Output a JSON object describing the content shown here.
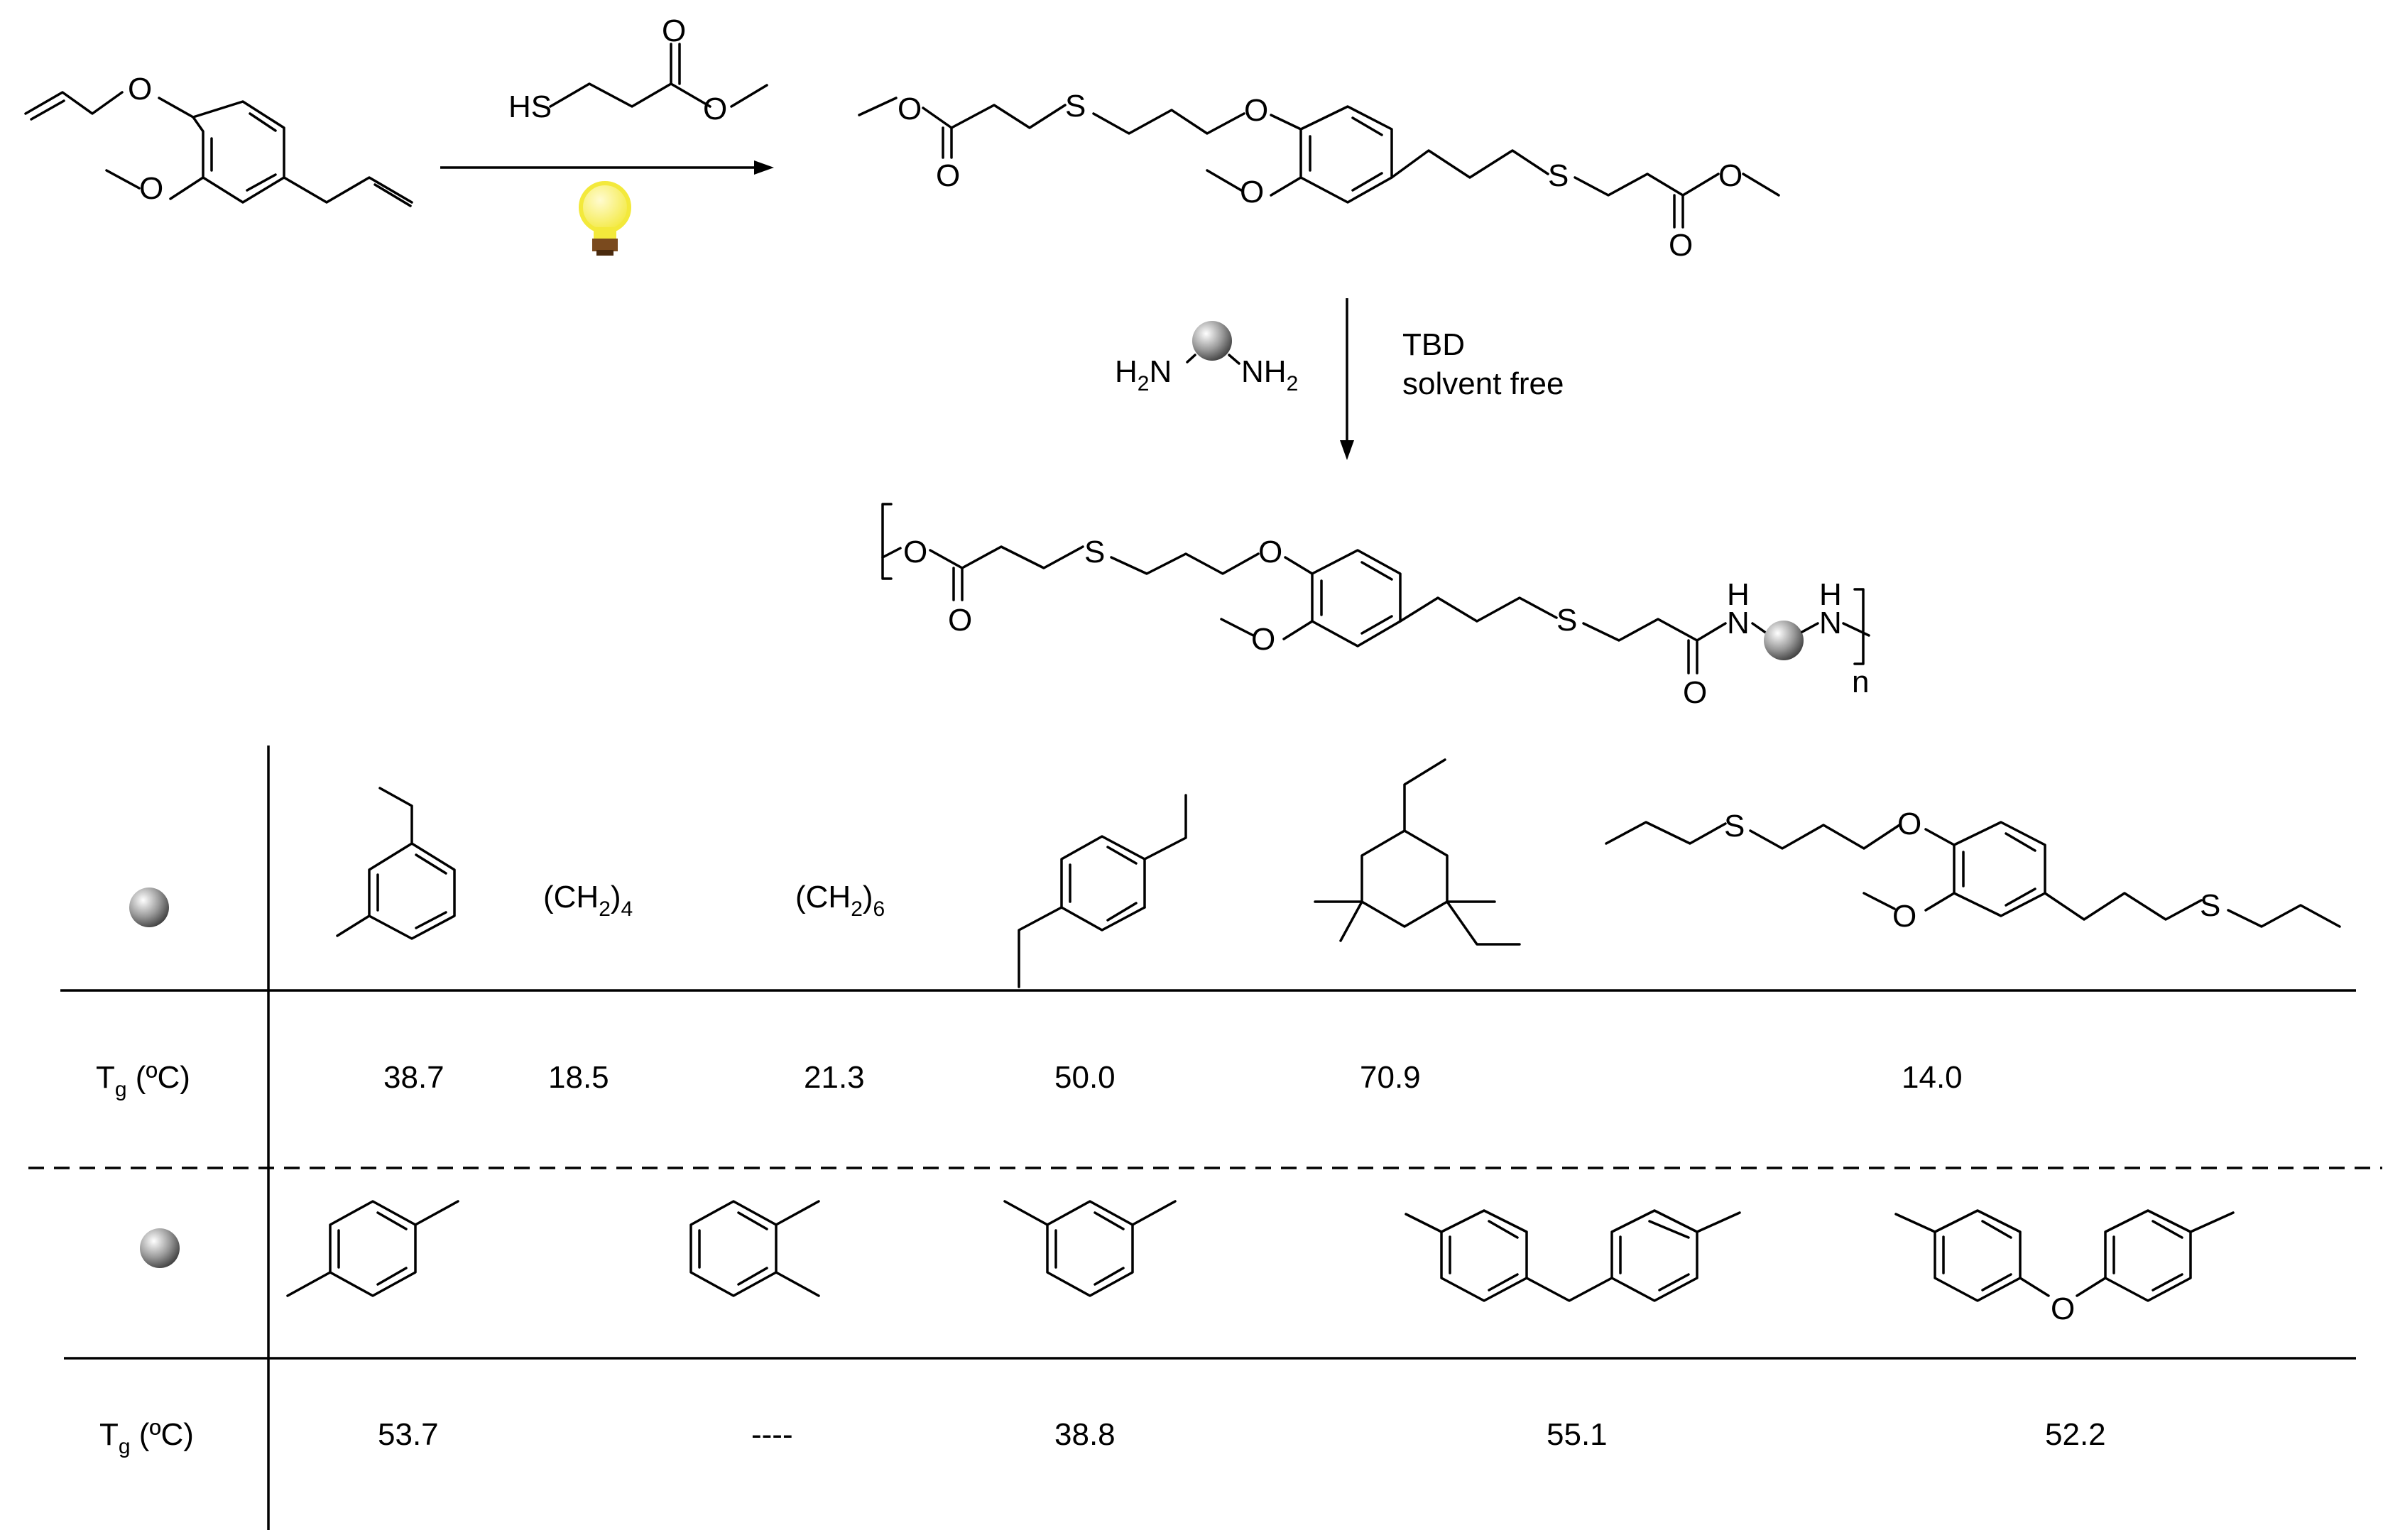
{
  "reagent": {
    "thiol_label": "HS"
  },
  "conditions": {
    "catalyst": "TBD",
    "solvent": "solvent free",
    "diamine": {
      "left": "H",
      "left_sub": "2",
      "left_tail": "N",
      "right": "NH",
      "right_sub": "2"
    }
  },
  "atoms": {
    "oxygen": "O",
    "sulfur": "S",
    "nh": "H",
    "n": "N",
    "repeat_index": "n"
  },
  "colors": {
    "bulb": "#f3e93b",
    "bulb_base": "#7a4a1e",
    "sphere_light": "#ffffff",
    "sphere_dark": "#444444"
  },
  "icons": [
    "light-bulb-icon",
    "sphere-icon",
    "arrow-right-icon",
    "arrow-down-icon"
  ],
  "table": {
    "row1": {
      "tg_label": {
        "main": "T",
        "sub": "g",
        "unit": " (ºC)"
      },
      "linkers": [
        {
          "kind": "structure",
          "name": "m-xylylene"
        },
        {
          "kind": "text",
          "main": "(CH",
          "sub": "2",
          "tail": ")",
          "idx": "4"
        },
        {
          "kind": "text",
          "main": "(CH",
          "sub": "2",
          "tail": ")",
          "idx": "6"
        },
        {
          "kind": "structure",
          "name": "p-xylylene"
        },
        {
          "kind": "structure",
          "name": "isophorone"
        },
        {
          "kind": "structure",
          "name": "eugenol-thioether"
        }
      ],
      "tg_values": [
        "38.7",
        "18.5",
        "21.3",
        "50.0",
        "70.9",
        "14.0"
      ]
    },
    "row2": {
      "tg_label": {
        "main": "T",
        "sub": "g",
        "unit": " (ºC)"
      },
      "linkers": [
        {
          "kind": "structure",
          "name": "p-phenylene"
        },
        {
          "kind": "structure",
          "name": "o-phenylene"
        },
        {
          "kind": "structure",
          "name": "m-phenylene"
        },
        {
          "kind": "structure",
          "name": "methylenediphenyl"
        },
        {
          "kind": "structure",
          "name": "oxydiphenyl"
        }
      ],
      "tg_values": [
        "53.7",
        "----",
        "38.8",
        "55.1",
        "52.2"
      ]
    }
  }
}
